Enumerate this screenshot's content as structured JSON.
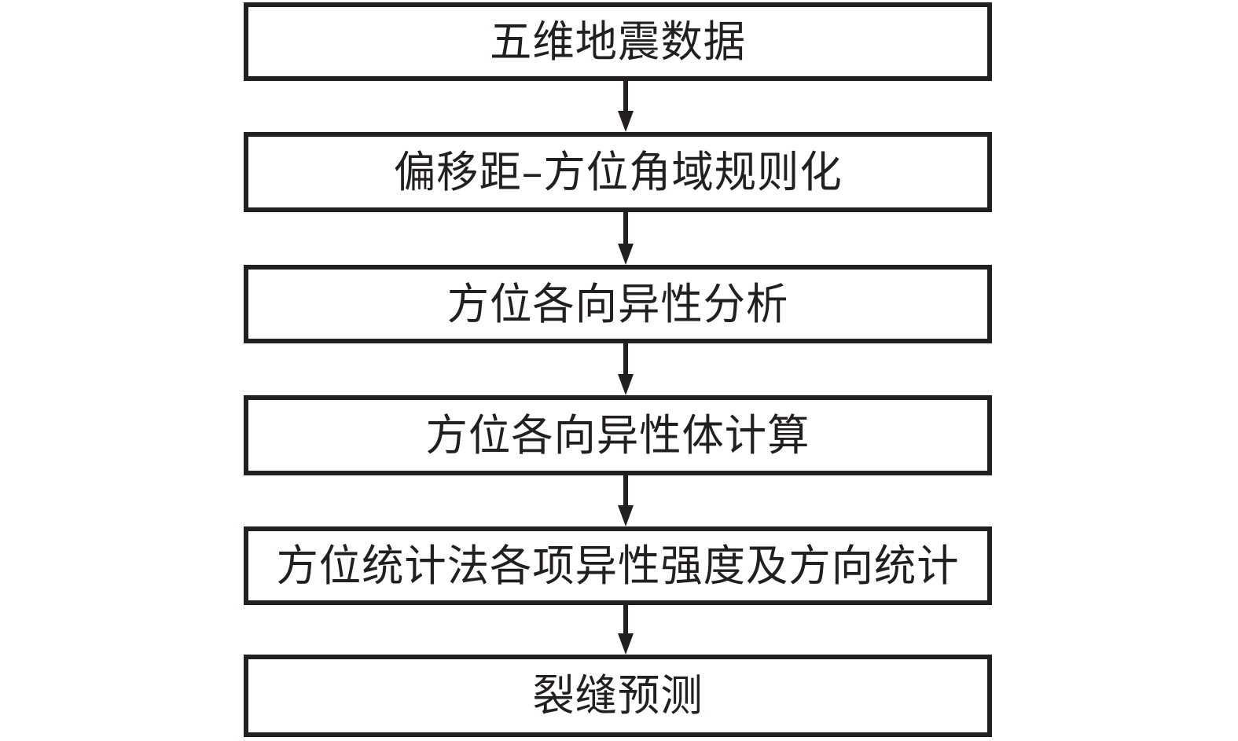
{
  "diagram": {
    "type": "flowchart",
    "orientation": "vertical",
    "title": "",
    "colors": {
      "stroke": "#231f20",
      "fill": "#ffffff",
      "text": "#231f20"
    },
    "nodes": [
      {
        "id": "node-1",
        "label": "五维地震数据"
      },
      {
        "id": "node-2",
        "label": "偏移距–方位角域规则化"
      },
      {
        "id": "node-3",
        "label": "方位各向异性分析"
      },
      {
        "id": "node-4",
        "label": "方位各向异性体计算"
      },
      {
        "id": "node-5",
        "label": "方位统计法各项异性强度及方向统计"
      },
      {
        "id": "node-6",
        "label": "裂缝预测"
      }
    ],
    "arrows": [
      {
        "id": "arrow-1-2",
        "from": "node-1",
        "to": "node-2",
        "icon": "arrow-down-icon"
      },
      {
        "id": "arrow-2-3",
        "from": "node-2",
        "to": "node-3",
        "icon": "arrow-down-icon"
      },
      {
        "id": "arrow-3-4",
        "from": "node-3",
        "to": "node-4",
        "icon": "arrow-down-icon"
      },
      {
        "id": "arrow-4-5",
        "from": "node-4",
        "to": "node-5",
        "icon": "arrow-down-icon"
      },
      {
        "id": "arrow-5-6",
        "from": "node-5",
        "to": "node-6",
        "icon": "arrow-down-icon"
      }
    ]
  }
}
